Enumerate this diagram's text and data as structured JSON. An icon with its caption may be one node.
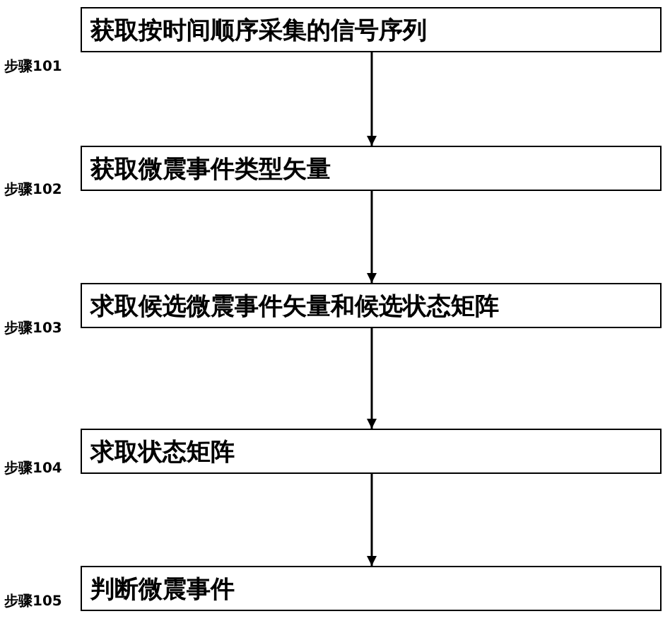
{
  "diagram": {
    "nodes": [
      {
        "text": [
          "获取按时间顺序采集的信号序列"
        ],
        "beside": [
          "步骤101"
        ]
      },
      {
        "text": [
          "获取微震事件类型矢量"
        ],
        "beside": [
          "步骤102"
        ]
      },
      {
        "text": [
          "求取候选微震事件矢量和候选状态矩阵"
        ],
        "beside": [
          "步骤103"
        ]
      },
      {
        "text": [
          "求取状态矩阵"
        ],
        "beside": [
          "步骤104"
        ]
      },
      {
        "text": [
          "判断微震事件"
        ],
        "beside": [
          "步骤105"
        ]
      }
    ],
    "edges": [
      {
        "from": 0,
        "to": 1,
        "arrow": "to"
      },
      {
        "from": 1,
        "to": 2,
        "arrow": "to"
      },
      {
        "from": 2,
        "to": 3,
        "arrow": "to"
      },
      {
        "from": 3,
        "to": 4,
        "arrow": "to"
      }
    ]
  }
}
